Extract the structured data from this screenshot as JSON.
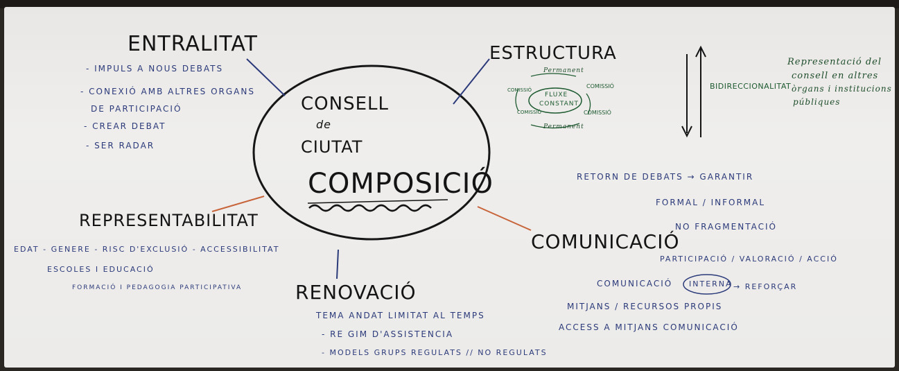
{
  "center": {
    "line1": "CONSELL",
    "line2": "de",
    "line3": "CIUTAT",
    "line4": "COMPOSICIÓ"
  },
  "centralitat": {
    "title": "ENTRALITAT",
    "items": [
      "- IMPULS A NOUS DEBATS",
      "- CONEXIÓ AMB ALTRES ORGANS",
      "DE PARTICIPACIÓ",
      "- CREAR DEBAT",
      "- SER RADAR"
    ]
  },
  "estructura": {
    "title": "ESTRUCTURA",
    "cycle": {
      "center": "FLUXE",
      "center2": "CONSTANT",
      "top": "Permanent",
      "bottom": "Permanent",
      "left_top": "COMISSIÓ",
      "left_bottom": "COMISSIÓ",
      "right_top": "COMISSIÓ",
      "right_bottom": "COMISSIÓ"
    }
  },
  "bidireccionalitat": {
    "label": "BIDIRECCIONALITAT",
    "note": [
      "Representació del",
      "consell en altres",
      "òrgans i institucions",
      "públiques"
    ]
  },
  "representabilitat": {
    "title": "REPRESENTABILITAT",
    "items": [
      "EDAT - GENERE - RISC D'EXCLUSIÓ - ACCESSIBILITAT",
      "ESCOLES I EDUCACIÓ",
      "FORMACIÓ I PEDAGOGIA PARTICIPATIVA"
    ]
  },
  "renovacio": {
    "title": "RENOVACIÓ",
    "items": [
      "TEMA ANDAT LIMITAT AL TEMPS",
      "- RE GIM D'ASSISTENCIA",
      "- MODELS GRUPS REGULATS // NO REGULATS"
    ]
  },
  "comunicacio": {
    "title": "COMUNICACIÓ",
    "items": [
      "RETORN DE DEBATS → GARANTIR",
      "FORMAL / INFORMAL",
      "NO FRAGMENTACIÓ",
      "PARTICIPACIÓ / VALORACIÓ / ACCIÓ",
      "COMUNICACIÓ",
      "INTERNA",
      "→ REFORÇAR",
      "MITJANS / RECURSOS PROPIS",
      "ACCESS A MITJANS COMUNICACIÓ"
    ]
  },
  "colors": {
    "paper": "#ecebe9",
    "ink_black": "#141414",
    "ink_blue": "#2b3a7a",
    "ink_green": "#1c5a2f",
    "line_orange": "#c8643a"
  }
}
